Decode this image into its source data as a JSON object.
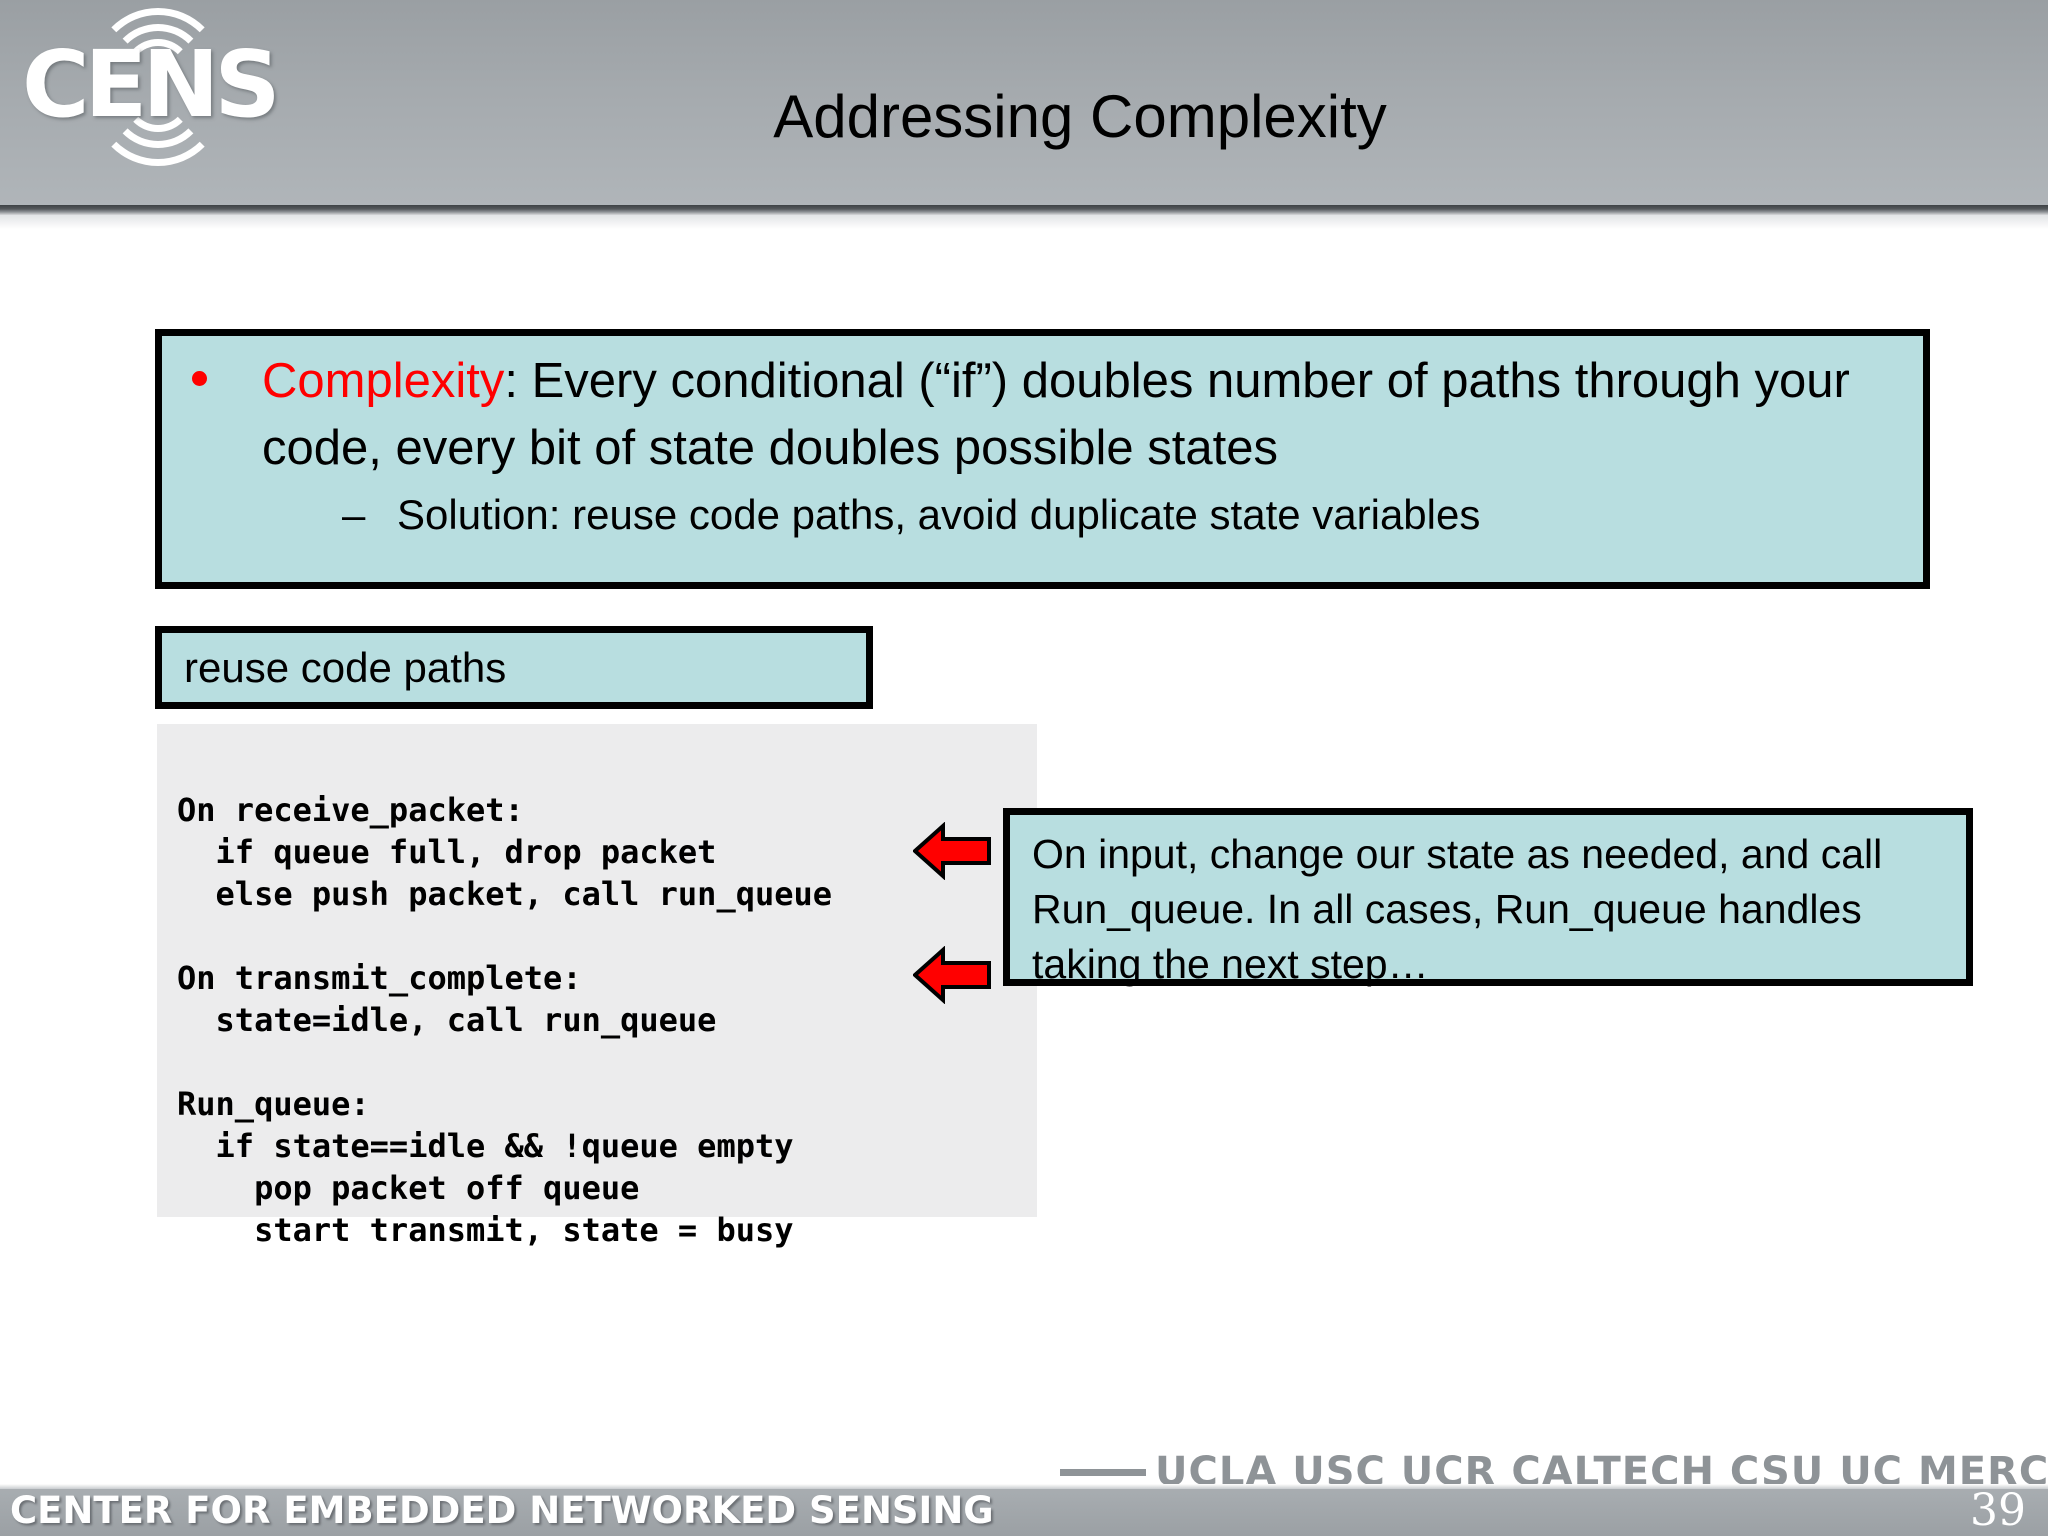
{
  "header": {
    "logo_text": "CENS",
    "logo_icon": "cens-wireless-arcs-logo",
    "title": "Addressing Complexity"
  },
  "bullet_box": {
    "bullet_icon": "red-bullet-dot",
    "keyword": "Complexity",
    "keyword_color": "#ff0000",
    "main_text": ": Every conditional (“if”) doubles number of paths through your code, every bit of state doubles possible states",
    "sub_dash": "–",
    "sub_text": "Solution: reuse code paths, avoid duplicate state variables",
    "fill_color": "#b8dee0",
    "border_color": "#000000"
  },
  "label_box": {
    "text": "reuse code paths",
    "fill_color": "#b8dee0"
  },
  "code_block": {
    "background_color": "#ececed",
    "lines": "On receive_packet:\n  if queue full, drop packet\n  else push packet, call run_queue\n\nOn transmit_complete:\n  state=idle, call run_queue\n\nRun_queue:\n  if state==idle && !queue empty\n    pop packet off queue\n    start transmit, state = busy"
  },
  "arrows": [
    {
      "name": "red-arrow-left-upper",
      "direction": "left",
      "color": "#ff0000"
    },
    {
      "name": "red-arrow-left-lower",
      "direction": "left",
      "color": "#ff0000"
    }
  ],
  "callout_box": {
    "text": "On input, change our state as needed, and call Run_queue.  In all cases, Run_queue handles taking the next step…",
    "fill_color": "#b8dee0"
  },
  "footer": {
    "universities": "UCLA  USC  UCR  CALTECH  CSU  UC MERCED",
    "center_name": "CENTER FOR EMBEDDED NETWORKED SENSING",
    "page_number": "39"
  }
}
